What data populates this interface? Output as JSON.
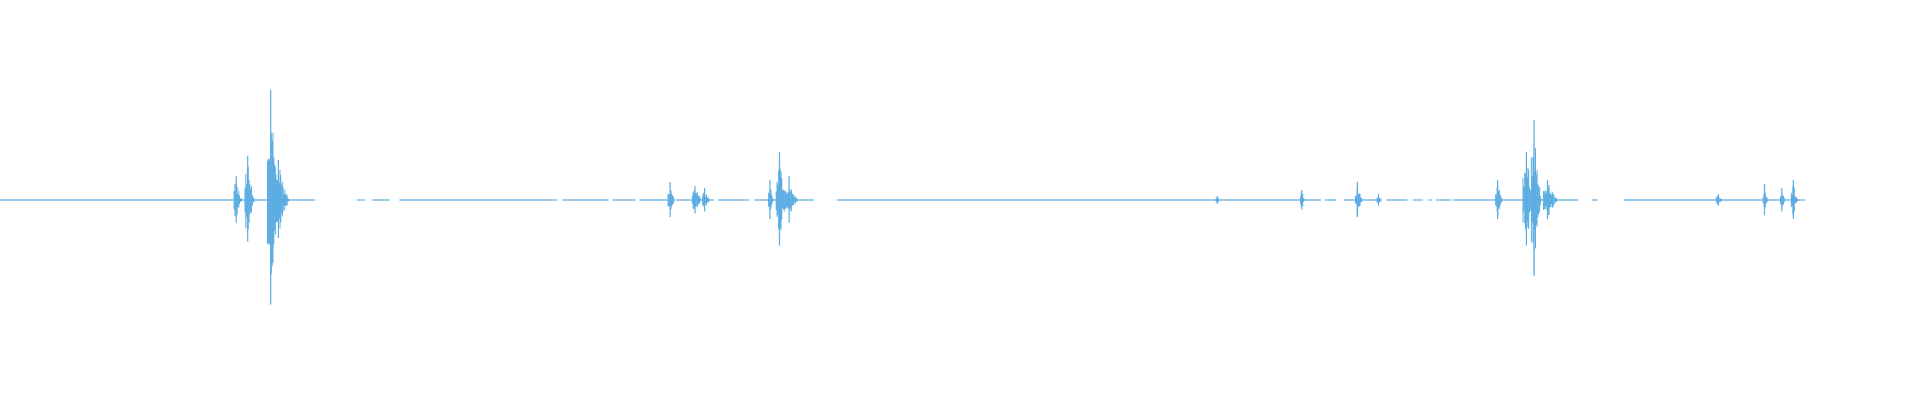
{
  "waveform": {
    "color": "#5DADE2",
    "background": "#FFFFFF",
    "duration_fraction_drawn": 0.94,
    "segments": [
      {
        "start": 0.0,
        "end": 0.164
      },
      {
        "start": 0.186,
        "end": 0.19
      },
      {
        "start": 0.194,
        "end": 0.203
      },
      {
        "start": 0.208,
        "end": 0.29
      },
      {
        "start": 0.293,
        "end": 0.317
      },
      {
        "start": 0.319,
        "end": 0.331
      },
      {
        "start": 0.333,
        "end": 0.35
      },
      {
        "start": 0.352,
        "end": 0.372
      },
      {
        "start": 0.374,
        "end": 0.39
      },
      {
        "start": 0.393,
        "end": 0.424
      },
      {
        "start": 0.436,
        "end": 0.688
      },
      {
        "start": 0.69,
        "end": 0.696
      },
      {
        "start": 0.7,
        "end": 0.719
      },
      {
        "start": 0.722,
        "end": 0.733
      },
      {
        "start": 0.736,
        "end": 0.741
      },
      {
        "start": 0.744,
        "end": 0.746
      },
      {
        "start": 0.748,
        "end": 0.756
      },
      {
        "start": 0.757,
        "end": 0.822
      },
      {
        "start": 0.829,
        "end": 0.832
      },
      {
        "start": 0.846,
        "end": 0.94
      }
    ],
    "bursts": [
      {
        "pos": 0.123,
        "amp": 0.12,
        "width": 0.006
      },
      {
        "pos": 0.129,
        "amp": 0.22,
        "width": 0.008
      },
      {
        "pos": 0.141,
        "amp": 0.55,
        "width": 0.01
      },
      {
        "pos": 0.145,
        "amp": 0.2,
        "width": 0.012
      },
      {
        "pos": 0.349,
        "amp": 0.09,
        "width": 0.006
      },
      {
        "pos": 0.362,
        "amp": 0.07,
        "width": 0.008
      },
      {
        "pos": 0.367,
        "amp": 0.06,
        "width": 0.006
      },
      {
        "pos": 0.401,
        "amp": 0.1,
        "width": 0.004
      },
      {
        "pos": 0.406,
        "amp": 0.24,
        "width": 0.01
      },
      {
        "pos": 0.411,
        "amp": 0.12,
        "width": 0.01
      },
      {
        "pos": 0.634,
        "amp": 0.02,
        "width": 0.004
      },
      {
        "pos": 0.678,
        "amp": 0.05,
        "width": 0.004
      },
      {
        "pos": 0.707,
        "amp": 0.09,
        "width": 0.006
      },
      {
        "pos": 0.718,
        "amp": 0.03,
        "width": 0.004
      },
      {
        "pos": 0.78,
        "amp": 0.1,
        "width": 0.006
      },
      {
        "pos": 0.795,
        "amp": 0.24,
        "width": 0.01
      },
      {
        "pos": 0.799,
        "amp": 0.4,
        "width": 0.008
      },
      {
        "pos": 0.806,
        "amp": 0.1,
        "width": 0.012
      },
      {
        "pos": 0.895,
        "amp": 0.03,
        "width": 0.006
      },
      {
        "pos": 0.919,
        "amp": 0.08,
        "width": 0.004
      },
      {
        "pos": 0.928,
        "amp": 0.06,
        "width": 0.004
      },
      {
        "pos": 0.934,
        "amp": 0.1,
        "width": 0.006
      }
    ]
  }
}
